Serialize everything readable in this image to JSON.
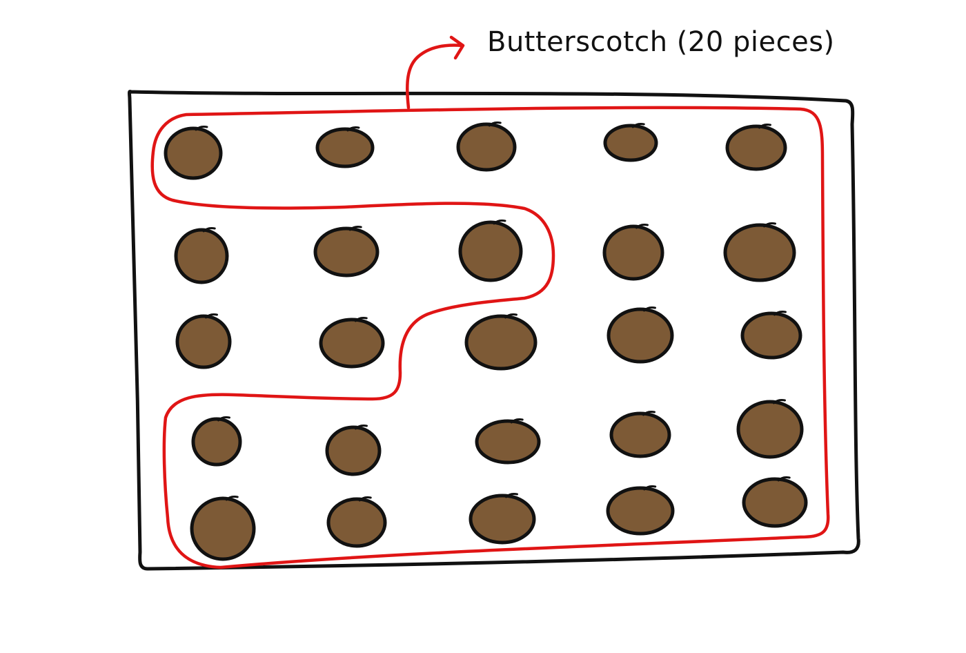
{
  "annotation": {
    "label": "Butterscotch (20 pieces)"
  },
  "grid": {
    "rows": 5,
    "columns": 5,
    "total_pieces": 25,
    "circled_pieces": 20,
    "uncircled_pieces": 5
  },
  "colors": {
    "piece_fill": "#7d5a36",
    "piece_outline": "#111111",
    "tray_outline": "#111111",
    "highlight_outline": "#e01515",
    "background": "#ffffff"
  }
}
